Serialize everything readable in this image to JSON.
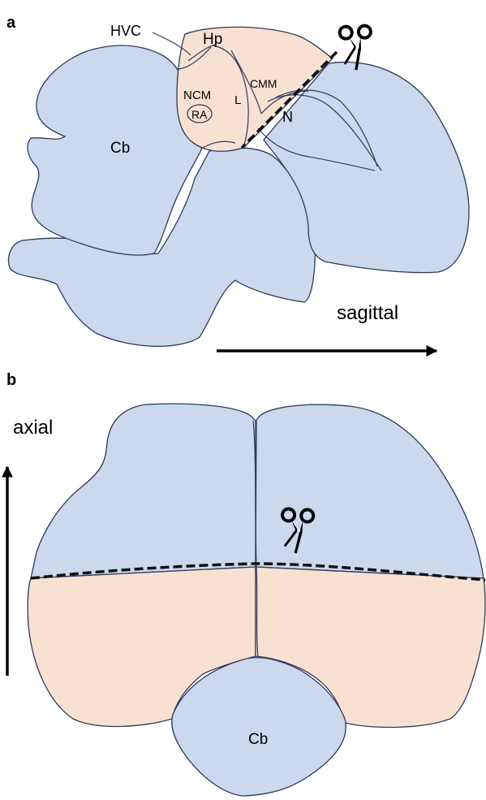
{
  "panels": {
    "a": {
      "letter": "a",
      "labels": {
        "hvc": "HVC",
        "hp": "Hp",
        "ncm": "NCM",
        "ra": "RA",
        "l": "L",
        "cmm": "CMM",
        "n": "N",
        "cb": "Cb"
      },
      "direction": "sagittal",
      "icon": "scissors-icon"
    },
    "b": {
      "letter": "b",
      "labels": {
        "cb": "Cb"
      },
      "direction": "axial",
      "icon": "scissors-icon"
    }
  },
  "colors": {
    "discarded_tissue": "#cbd8ee",
    "retained_tissue": "#f9e1d2",
    "outline": "#2e3a5c",
    "cut_line": "#111111"
  }
}
